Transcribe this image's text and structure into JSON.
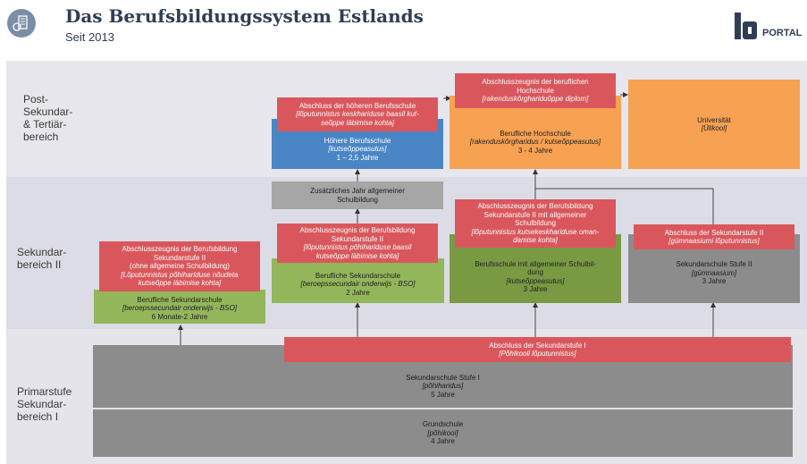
{
  "header": {
    "title": "Das Berufsbildungssystem Estlands",
    "subtitle": "Seit 2013",
    "logo_text": "PORTAL"
  },
  "bands": {
    "post": [
      "Post-",
      "Sekundar-",
      "& Tertiär-",
      "bereich"
    ],
    "sek2": [
      "Sekundar-",
      "bereich II"
    ],
    "prim": [
      "Primarstufe",
      "Sekundar-",
      "bereich I"
    ]
  },
  "boxes": {
    "grundschule": {
      "l1": "Grundschule",
      "l2": "[põhikool]",
      "l3": "4 Jahre"
    },
    "sekundarschule1": {
      "l1": "Sekundarschule Stufe I",
      "l2": "[põhiharidus]",
      "l3": "5 Jahre"
    },
    "abschluss_sek1": {
      "l1": "Abschluss der Sekundarstufe I",
      "l2": "[Põhikooli lõputunnistus]"
    },
    "berufliche_sek_left": {
      "l1": "Berufliche Sekundarschule",
      "l2": "[beroepssecundair onderwijs - BSO]",
      "l3": "6 Monate-2 Jahre"
    },
    "abschluss_left": {
      "l1": "Abschlusszeugnis der Berufsbildung",
      "l2": "Sekundarstufe II",
      "l3": "(ohne allgemeine Schulbildung)",
      "l4": "[Lõputunnistus põhihariduse nõudeta",
      "l5": "kutseõppe läbimise kohta]"
    },
    "berufliche_sek_mid": {
      "l1": "Berufliche Sekundarschule",
      "l2": "[beroepssecundair onderwijs - BSO]",
      "l3": "2 Jahre"
    },
    "abschluss_mid": {
      "l1": "Abschlusszeugnis der Berufsbildung",
      "l2": "Sekundarstufe II",
      "l3": "[lõputunnistus põhihariduse baasil",
      "l4": "kutseõppe läbimise kohta]"
    },
    "zusatz": {
      "l1": "Zusätzliches Jahr allgemeiner",
      "l2": "Schulbildung"
    },
    "hoehere_bs": {
      "l1": "Höhere Berufsschule",
      "l2": "[kutseõppeasutus]",
      "l3": "1 – 2,5 Jahre"
    },
    "abschluss_hoehere": {
      "l1": "Abschluss der höheren Berufsschule",
      "l2": "[lõputunnistus keskhariduse baasil kut-",
      "l3": "seõppe läbimise kohta]"
    },
    "berufsschule_allg": {
      "l1": "Berufsschule mit allgemeiner Schulbil-",
      "l2": "dung",
      "l3": "[kutseõppeasutus]",
      "l4": "3 Jahre"
    },
    "abschluss_allg": {
      "l1": "Abschlusszeugnis der Berufsbildung",
      "l2": "Sekundarstufe II mit allgemeiner",
      "l3": "Schulbildung",
      "l4": "[lõputunnistus kutsekeskhariduse oman-",
      "l5": "damise kohta]"
    },
    "berufliche_hochschule": {
      "l1": "Berufliche Hochschule",
      "l2": "[rakenduskõrgharidus / kutseõppeasutus]",
      "l3": "3 - 4 Jahre"
    },
    "abschluss_hochschule": {
      "l1": "Abschlusszeugnis der beruflichen",
      "l2": "Hochschule",
      "l3": "[rakenduskõrghariduõppe diplom]"
    },
    "sekundarschule2": {
      "l1": "Sekundarschule Stufe II",
      "l2": "[gümnaasium]",
      "l3": "3 Jahre"
    },
    "abschluss_sek2": {
      "l1": "Abschluss der Sekundarstufe II",
      "l2": "[gümnaasiumi lõputunnistus]"
    },
    "universitaet": {
      "l1": "Universität",
      "l2": "[Ülikool]"
    }
  },
  "colors": {
    "band_post": "#e6e6ec",
    "band_sek2": "#dcdce6",
    "band_prim": "#e4e4ea",
    "red": "#d9575c",
    "blue": "#4a86c5",
    "orange": "#f7a152",
    "green": "#93b65a",
    "darkgreen": "#799a43",
    "gray": "#8c8c8c"
  },
  "icons": {
    "header_icon": "building-icon",
    "logo": "bq-portal-logo"
  }
}
